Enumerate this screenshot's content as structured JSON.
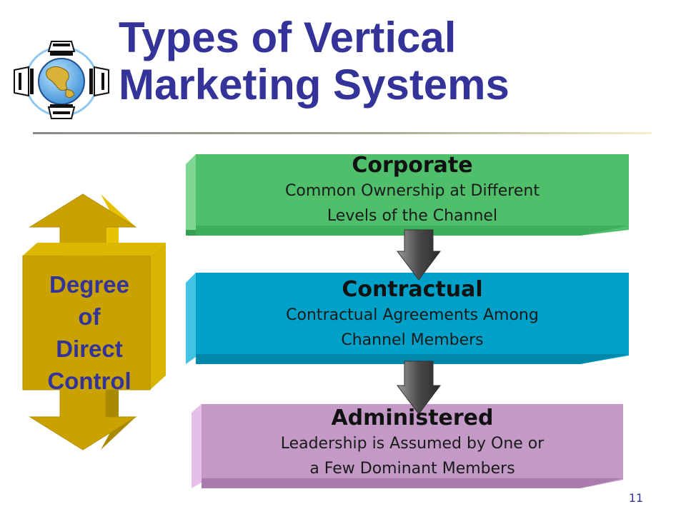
{
  "slide": {
    "title_line1": "Types of Vertical",
    "title_line2": "Marketing Systems",
    "page_number": "11"
  },
  "side_arrow": {
    "line1": "Degree",
    "line2": "of",
    "line3": "Direct",
    "line4": "Control",
    "color": "#c9a200"
  },
  "boxes": [
    {
      "heading": "Corporate",
      "line1": "Common Ownership at Different",
      "line2": "Levels of the Channel",
      "color": "#4fbf6b"
    },
    {
      "heading": "Contractual",
      "line1": "Contractual Agreements Among",
      "line2": "Channel Members",
      "color": "#00a1c8"
    },
    {
      "heading": "Administered",
      "line1": "Leadership is Assumed by One or",
      "line2": "a Few Dominant Members",
      "color": "#c39ac6"
    }
  ],
  "title_color": "#33339a",
  "logo": {
    "icon": "globe-with-computers-icon"
  }
}
